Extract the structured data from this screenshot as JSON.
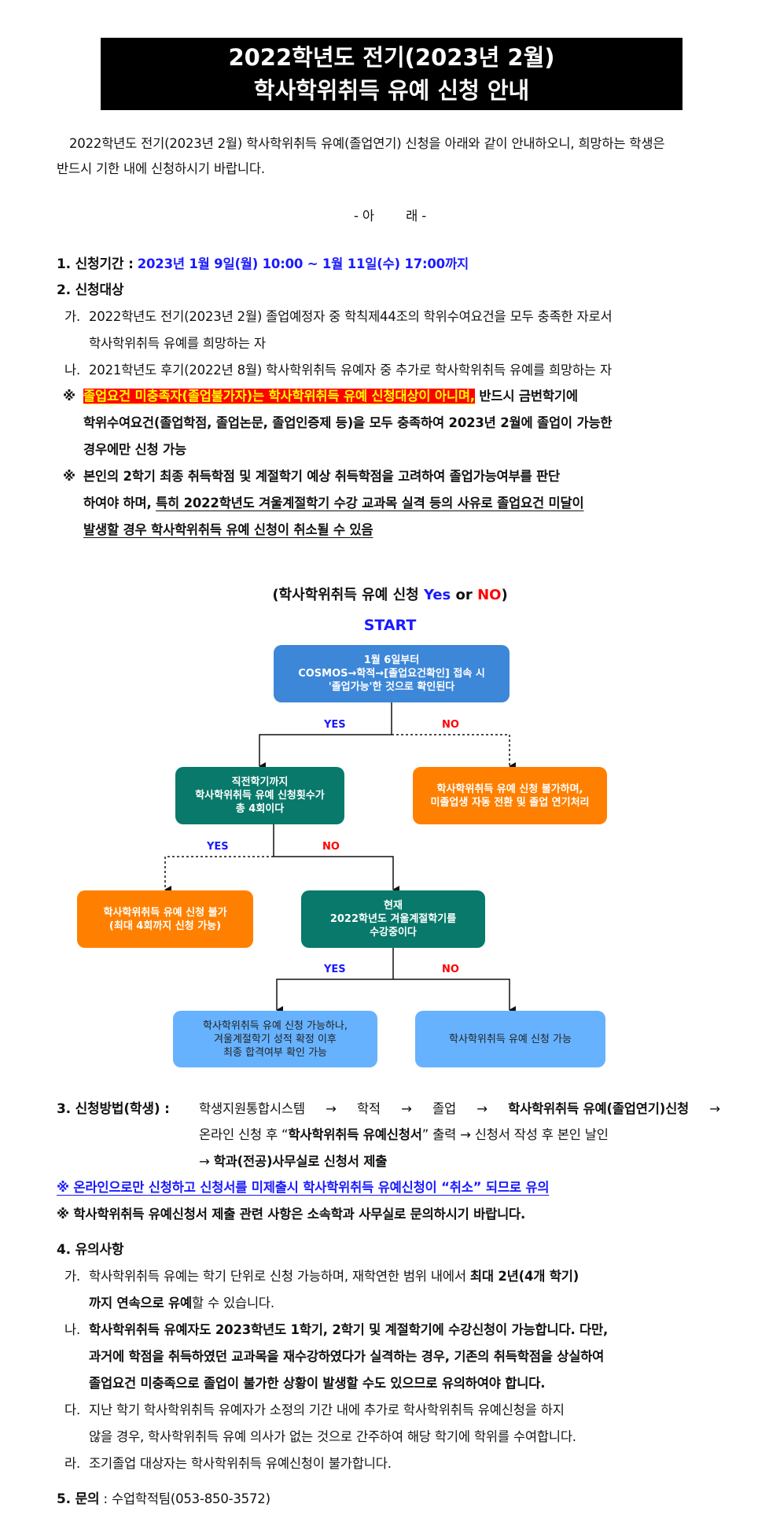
{
  "title": {
    "line1": "2022학년도 전기(2023년 2월)",
    "line2": "학사학위취득 유예 신청 안내"
  },
  "intro": {
    "line1": "2022학년도 전기(2023년 2월) 학사학위취득 유예(졸업연기) 신청을 아래와 같이 안내하오니, 희망하는 학생은",
    "line2": "반드시 기한 내에 신청하시기 바랍니다.",
    "below_marker": "- 아        래 -"
  },
  "section1": {
    "heading": "1. 신청기간 :",
    "period": "2023년 1월 9일(월) 10:00 ~ 1월 11일(수) 17:00까지"
  },
  "section2": {
    "heading": "2. 신청대상",
    "items": [
      {
        "marker": "가.",
        "line1": "2022학년도 전기(2023년 2월) 졸업예정자 중 학칙제44조의 학위수여요건을 모두 충족한 자로서",
        "line2": "학사학위취득 유예를 희망하는 자"
      },
      {
        "marker": "나.",
        "line1": "2021학년도 후기(2022년 8월) 학사학위취득 유예자 중 추가로 학사학위취득 유예를 희망하는 자"
      }
    ],
    "note1": {
      "marker": "※",
      "highlight": "졸업요건 미충족자(졸업불가자)는 학사학위취득 유예 신청대상이 아니며,",
      "line1_rest": "반드시 금번학기에",
      "line2": "학위수여요건(졸업학점, 졸업논문, 졸업인증제 등)을 모두 충족하여 2023년 2월에 졸업이 가능한",
      "line3": "경우에만 신청 가능"
    },
    "note2": {
      "marker": "※",
      "line1": "본인의 2학기 최종 취득학점 및 계절학기 예상 취득학점을 고려하여 졸업가능여부를 판단",
      "line2_plain": "하여야 하며,",
      "line2_underlined": "특히 2022학년도 겨울계절학기 수강 교과목 실격 등의 사유로 졸업요건 미달이",
      "line3_underlined": "발생할 경우 학사학위취득 유예 신청이 취소될 수 있음"
    }
  },
  "flowchart": {
    "title_prefix": "(학사학위취득 유예 신청 ",
    "title_yes": "Yes",
    "title_or": " or ",
    "title_no": "NO",
    "title_suffix": ")",
    "start_label": "START",
    "colors": {
      "start_box": "#3d87d9",
      "decision": "#08796a",
      "reject": "#ff8000",
      "result": "#66b2ff",
      "yes": "#1a1aff",
      "no": "#ff0000"
    },
    "nodes": {
      "start": [
        "1월 6일부터",
        "COSMOS→학적→[졸업요건확인] 접속 시",
        "'졸업가능'한 것으로 확인된다"
      ],
      "decision1": [
        "직전학기까지",
        "학사학위취득 유예 신청횟수가",
        "총 4회이다"
      ],
      "reject1": [
        "학사학위취득 유예 신청 불가하며,",
        "미졸업생 자동 전환 및 졸업 연기처리"
      ],
      "reject2": [
        "학사학위취득 유예 신청 불가",
        "(최대 4회까지 신청 가능)"
      ],
      "decision2": [
        "현재",
        "2022학년도 겨울계절학기를",
        "수강중이다"
      ],
      "result1": [
        "학사학위취득 유예 신청 가능하나,",
        "겨울계절학기 성적 확정 이후",
        "최종 합격여부 확인 가능"
      ],
      "result2": [
        "학사학위취득 유예 신청 가능"
      ]
    },
    "edge_labels": {
      "yes": "YES",
      "no": "NO"
    }
  },
  "section3": {
    "heading": "3. 신청방법(학생) :",
    "line1_parts": [
      "학생지원통합시스템",
      "→",
      "학적",
      "→",
      "졸업",
      "→",
      "학사학위취득 유예(졸업연기)신청",
      "→"
    ],
    "line2_a": "온라인 신청 후 “",
    "line2_b": "학사학위취득 유예신청서",
    "line2_c": "” 출력 → 신청서 작성 후 본인 날인",
    "line3_arrow": "→",
    "line3_bold": "학과(전공)사무실로 신청서 제출",
    "warning": "※ 온라인으로만 신청하고 신청서를 미제출시 학사학위취득 유예신청이 “취소” 되므로 유의",
    "note": "※ 학사학위취득 유예신청서 제출 관련 사항은 소속학과 사무실로 문의하시기 바랍니다."
  },
  "section4": {
    "heading": "4. 유의사항",
    "items": [
      {
        "marker": "가.",
        "line1_plain": "학사학위취득 유예는 학기 단위로 신청 가능하며, 재학연한 범위 내에서",
        "line1_bold": "최대 2년(4개 학기)",
        "line2_bold": "까지 연속으로 유예",
        "line2_plain": "할 수 있습니다."
      },
      {
        "marker": "나.",
        "line1": "학사학위취득 유예자도 2023학년도 1학기, 2학기 및 계절학기에 수강신청이 가능합니다. 다만,",
        "line2": "과거에 학점을 취득하였던 교과목을 재수강하였다가 실격하는 경우, 기존의 취득학점을 상실하여",
        "line3": "졸업요건 미충족으로 졸업이 불가한 상황이 발생할 수도 있으므로 유의하여야 합니다."
      },
      {
        "marker": "다.",
        "line1": "지난 학기 학사학위취득 유예자가 소정의 기간 내에 추가로 학사학위취득 유예신청을 하지",
        "line2": "않을 경우, 학사학위취득 유예 의사가 없는 것으로 간주하여 해당 학기에 학위를 수여합니다."
      },
      {
        "marker": "라.",
        "line1": "조기졸업 대상자는 학사학위취득 유예신청이 불가합니다."
      }
    ]
  },
  "section5": {
    "heading": "5. 문의",
    "separator": " : ",
    "contact": "수업학적팀(053-850-3572)"
  }
}
